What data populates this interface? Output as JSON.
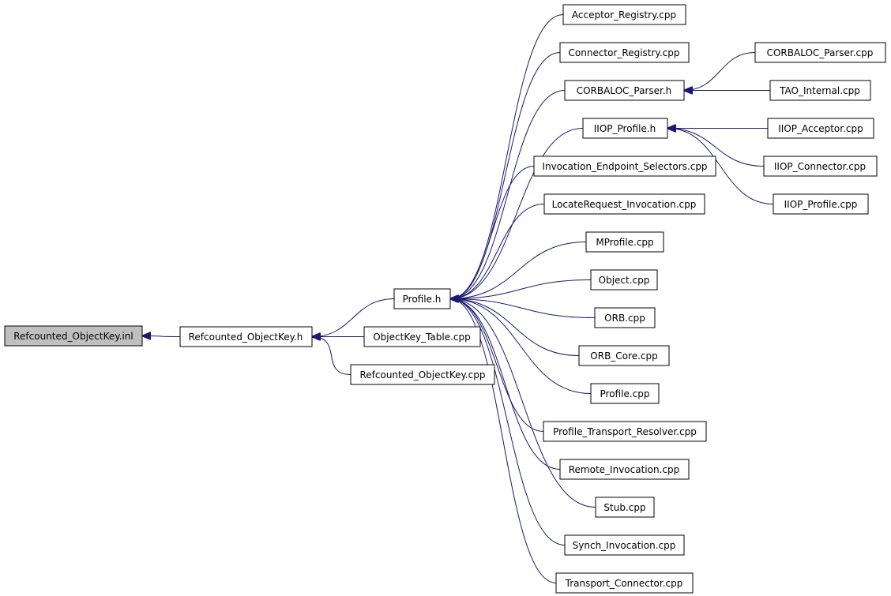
{
  "graph": {
    "nodes": [
      {
        "id": "n1",
        "name": "node-refcounted-objectkey-inl",
        "label": "Refcounted_ObjectKey.inl",
        "root": true
      },
      {
        "id": "n2",
        "name": "node-refcounted-objectkey-h",
        "label": "Refcounted_ObjectKey.h"
      },
      {
        "id": "n3",
        "name": "node-profile-h",
        "label": "Profile.h"
      },
      {
        "id": "n4",
        "name": "node-objectkey-table-cpp",
        "label": "ObjectKey_Table.cpp"
      },
      {
        "id": "n5",
        "name": "node-refcounted-objectkey-cpp",
        "label": "Refcounted_ObjectKey.cpp"
      },
      {
        "id": "n6",
        "name": "node-acceptor-registry-cpp",
        "label": "Acceptor_Registry.cpp"
      },
      {
        "id": "n7",
        "name": "node-connector-registry-cpp",
        "label": "Connector_Registry.cpp"
      },
      {
        "id": "n8",
        "name": "node-corbaloc-parser-h",
        "label": "CORBALOC_Parser.h"
      },
      {
        "id": "n9",
        "name": "node-iiop-profile-h",
        "label": "IIOP_Profile.h"
      },
      {
        "id": "n10",
        "name": "node-invocation-endpoint-selectors-cpp",
        "label": "Invocation_Endpoint_Selectors.cpp"
      },
      {
        "id": "n11",
        "name": "node-locaterequest-invocation-cpp",
        "label": "LocateRequest_Invocation.cpp"
      },
      {
        "id": "n12",
        "name": "node-mprofile-cpp",
        "label": "MProfile.cpp"
      },
      {
        "id": "n13",
        "name": "node-object-cpp",
        "label": "Object.cpp"
      },
      {
        "id": "n14",
        "name": "node-orb-cpp",
        "label": "ORB.cpp"
      },
      {
        "id": "n15",
        "name": "node-orb-core-cpp",
        "label": "ORB_Core.cpp"
      },
      {
        "id": "n16",
        "name": "node-profile-cpp",
        "label": "Profile.cpp"
      },
      {
        "id": "n17",
        "name": "node-profile-transport-resolver-cpp",
        "label": "Profile_Transport_Resolver.cpp"
      },
      {
        "id": "n18",
        "name": "node-remote-invocation-cpp",
        "label": "Remote_Invocation.cpp"
      },
      {
        "id": "n19",
        "name": "node-stub-cpp",
        "label": "Stub.cpp"
      },
      {
        "id": "n20",
        "name": "node-synch-invocation-cpp",
        "label": "Synch_Invocation.cpp"
      },
      {
        "id": "n21",
        "name": "node-transport-connector-cpp",
        "label": "Transport_Connector.cpp"
      },
      {
        "id": "n22",
        "name": "node-corbaloc-parser-cpp",
        "label": "CORBALOC_Parser.cpp"
      },
      {
        "id": "n23",
        "name": "node-tao-internal-cpp",
        "label": "TAO_Internal.cpp"
      },
      {
        "id": "n24",
        "name": "node-iiop-acceptor-cpp",
        "label": "IIOP_Acceptor.cpp"
      },
      {
        "id": "n25",
        "name": "node-iiop-connector-cpp",
        "label": "IIOP_Connector.cpp"
      },
      {
        "id": "n26",
        "name": "node-iiop-profile-cpp",
        "label": "IIOP_Profile.cpp"
      }
    ],
    "edges": [
      {
        "from": "n2",
        "to": "n1"
      },
      {
        "from": "n3",
        "to": "n2"
      },
      {
        "from": "n4",
        "to": "n2"
      },
      {
        "from": "n5",
        "to": "n2"
      },
      {
        "from": "n6",
        "to": "n3"
      },
      {
        "from": "n7",
        "to": "n3"
      },
      {
        "from": "n8",
        "to": "n3"
      },
      {
        "from": "n9",
        "to": "n3"
      },
      {
        "from": "n10",
        "to": "n3"
      },
      {
        "from": "n11",
        "to": "n3"
      },
      {
        "from": "n12",
        "to": "n3"
      },
      {
        "from": "n13",
        "to": "n3"
      },
      {
        "from": "n14",
        "to": "n3"
      },
      {
        "from": "n15",
        "to": "n3"
      },
      {
        "from": "n16",
        "to": "n3"
      },
      {
        "from": "n17",
        "to": "n3"
      },
      {
        "from": "n18",
        "to": "n3"
      },
      {
        "from": "n19",
        "to": "n3"
      },
      {
        "from": "n20",
        "to": "n3"
      },
      {
        "from": "n21",
        "to": "n3"
      },
      {
        "from": "n22",
        "to": "n8"
      },
      {
        "from": "n23",
        "to": "n8"
      },
      {
        "from": "n24",
        "to": "n9"
      },
      {
        "from": "n25",
        "to": "n9"
      },
      {
        "from": "n26",
        "to": "n9"
      }
    ],
    "edge_color": "#191970",
    "root_fill": "#bfbfbf"
  }
}
